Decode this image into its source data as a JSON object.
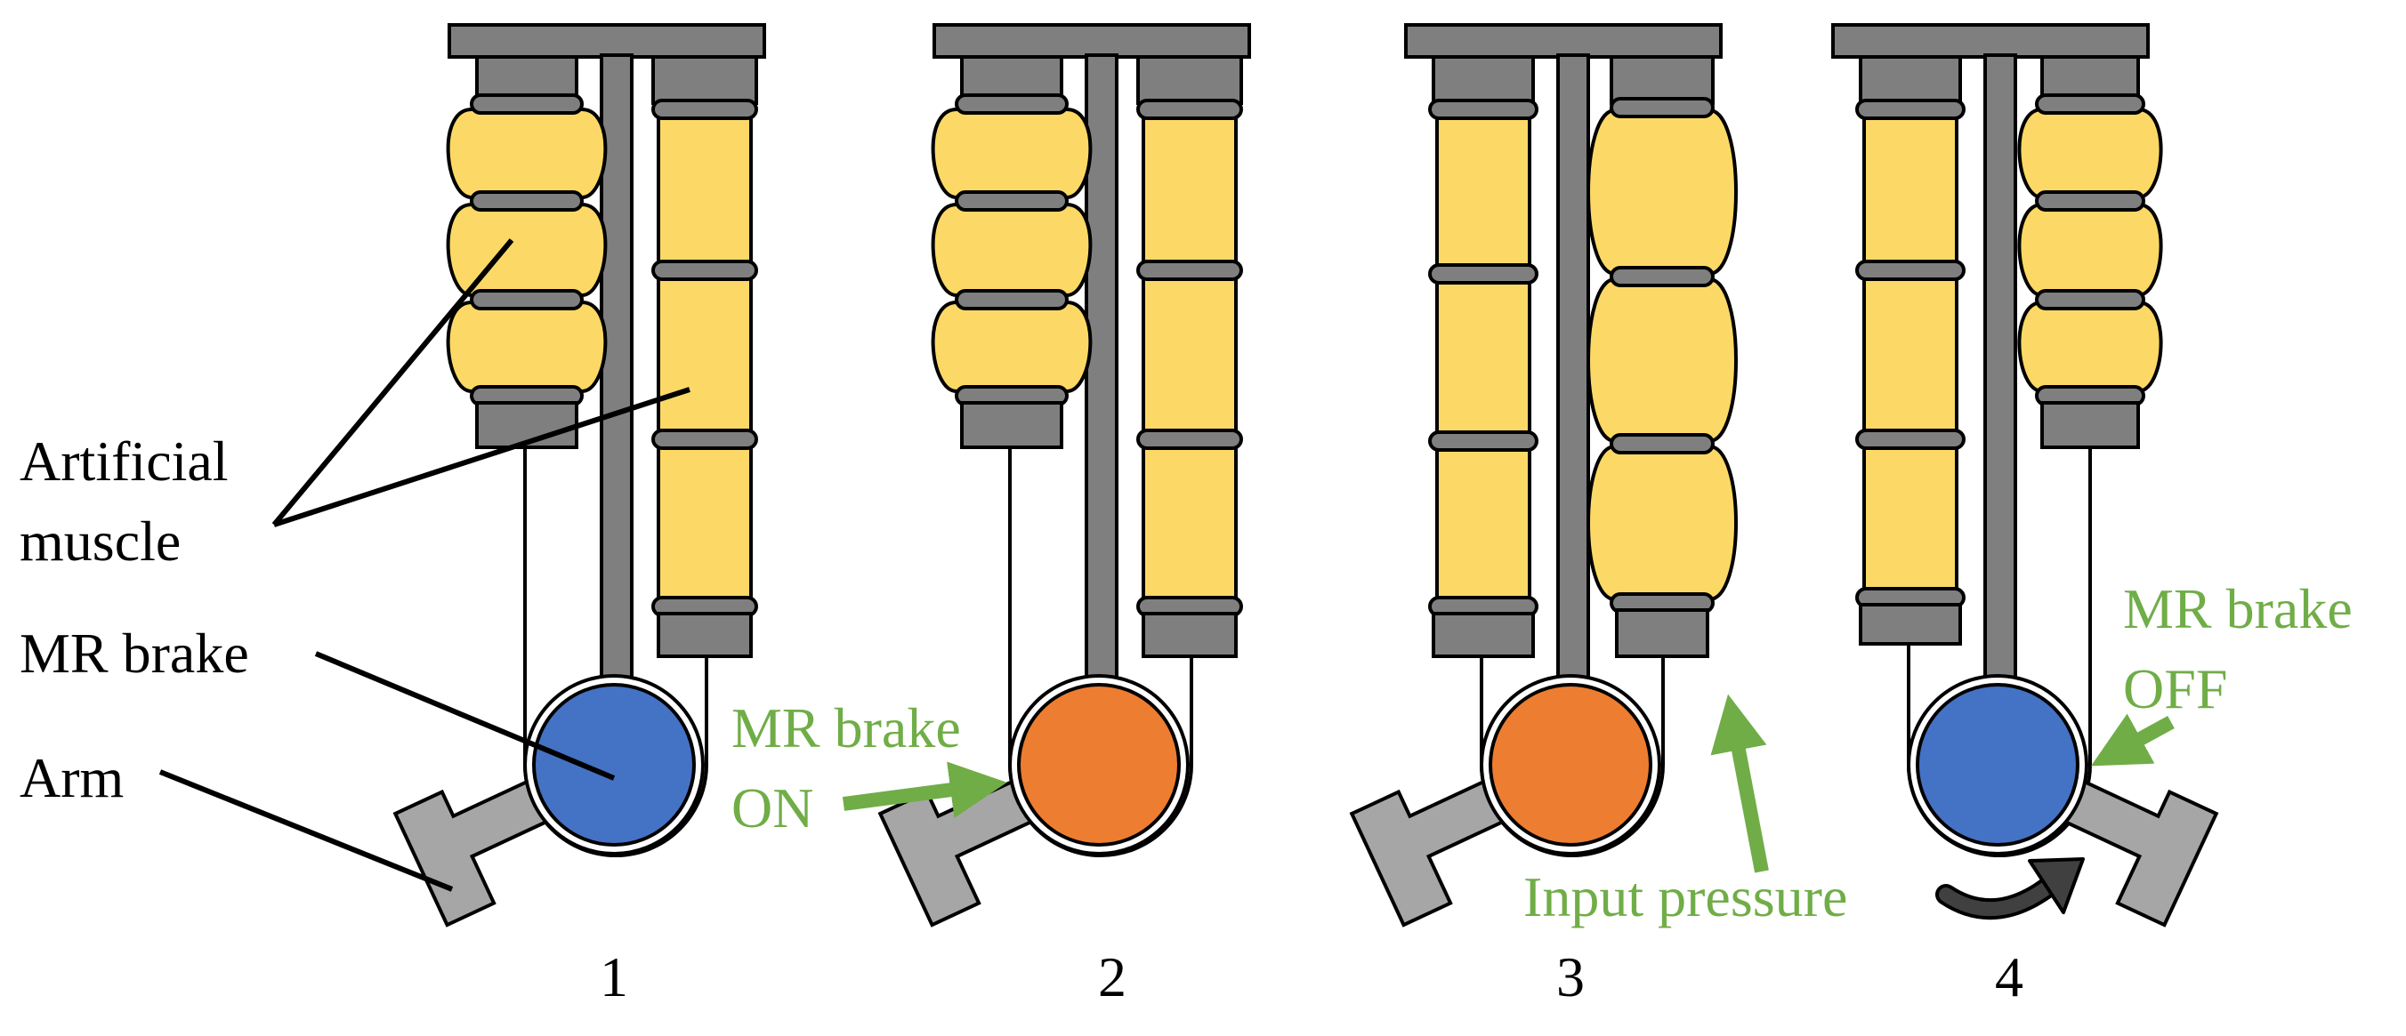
{
  "labels": {
    "artificial_muscle_line1": "Artificial",
    "artificial_muscle_line2": "muscle",
    "mr_brake": "MR brake",
    "arm": "Arm"
  },
  "annotations": {
    "brake_on_line1": "MR brake",
    "brake_on_line2": "ON",
    "input_pressure": "Input pressure",
    "brake_off_line1": "MR brake",
    "brake_off_line2": "OFF"
  },
  "steps": [
    {
      "number": "1",
      "brake_state": "off",
      "contracted_muscle": "left"
    },
    {
      "number": "2",
      "brake_state": "on",
      "contracted_muscle": "left"
    },
    {
      "number": "3",
      "brake_state": "on",
      "contracted_muscle": "right"
    },
    {
      "number": "4",
      "brake_state": "off",
      "contracted_muscle": "right"
    }
  ],
  "colors": {
    "muscle_fill": "#FCD966",
    "metal_gray": "#7F7F7F",
    "arm_gray": "#A6A6A6",
    "brake_off": "#4472C4",
    "brake_on": "#ED7D31",
    "annotation_green": "#70AD47",
    "rotation_arrow": "#404040",
    "outline": "#000000"
  }
}
